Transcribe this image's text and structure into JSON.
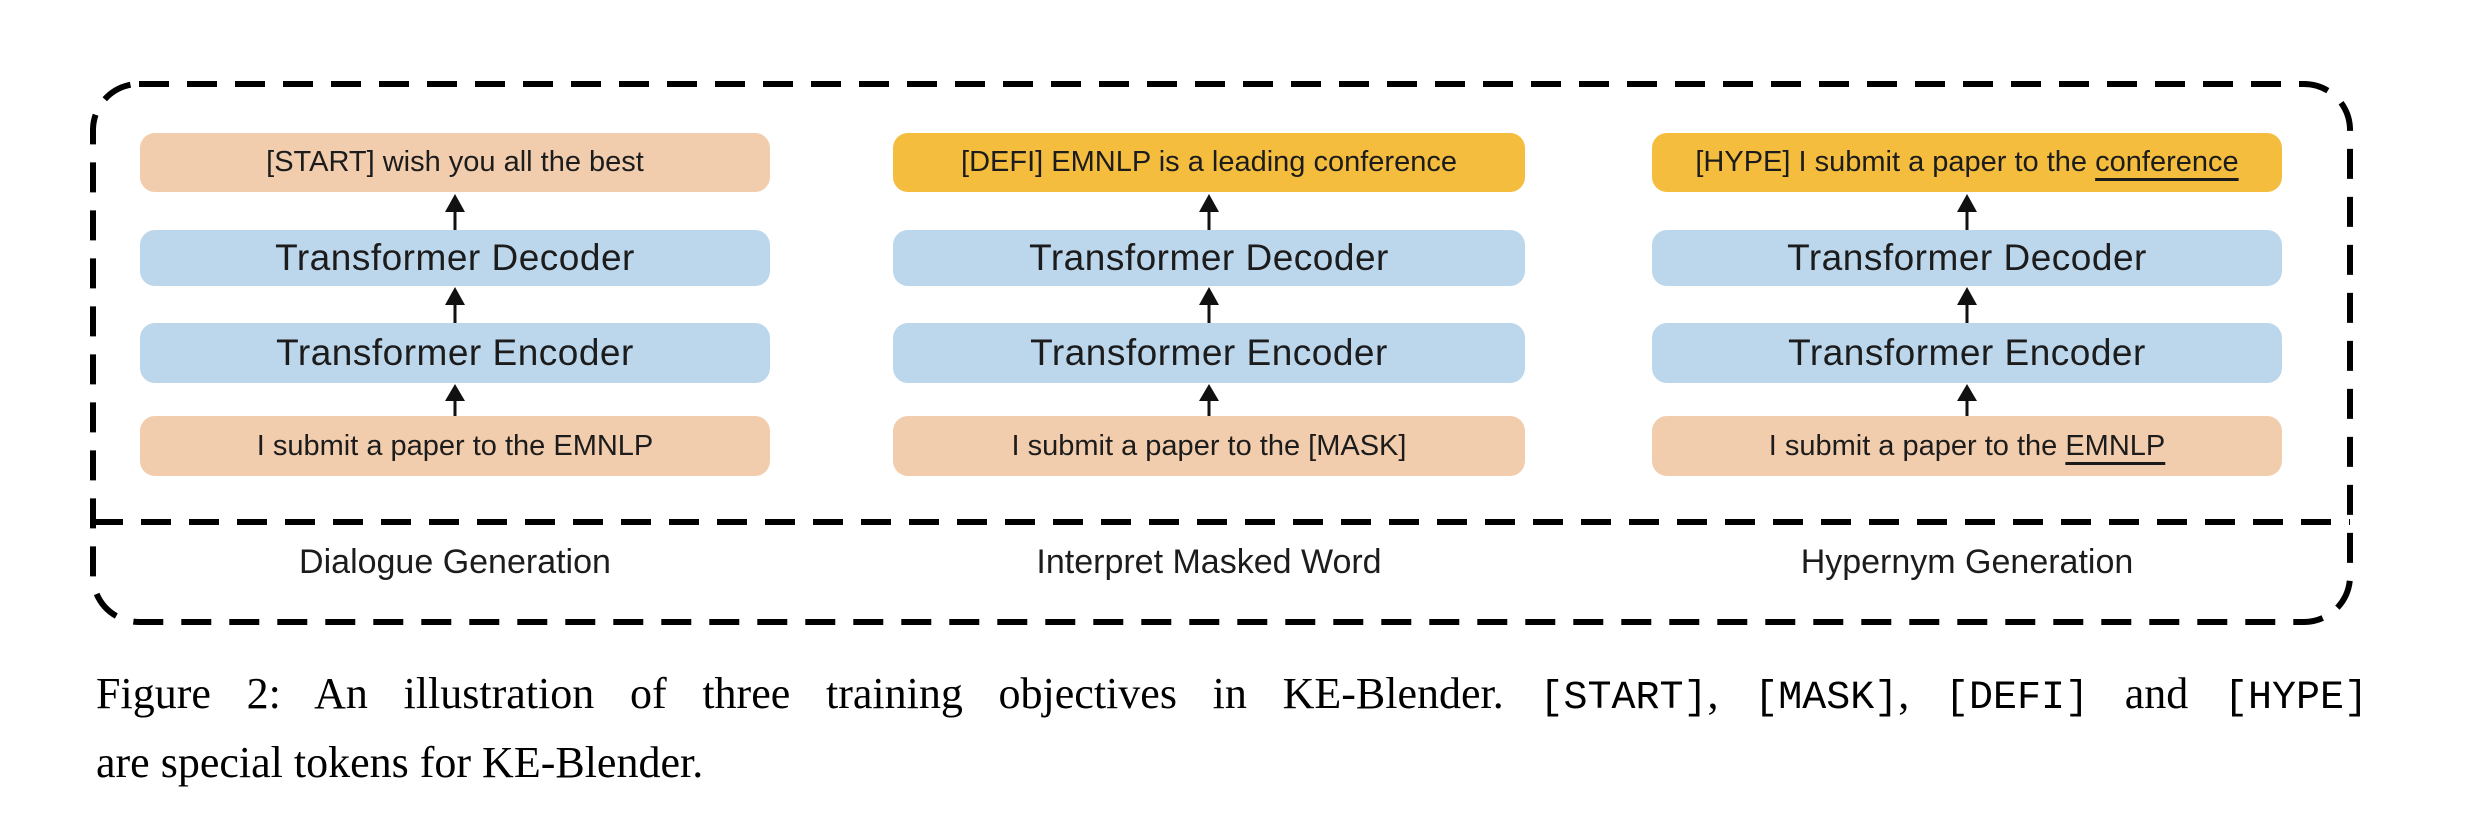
{
  "colors": {
    "peach": "#f2cdad",
    "blue": "#bcd6ec",
    "gold": "#f5bd3e",
    "ink": "#1c1c1c",
    "frame": "#000000"
  },
  "figure": {
    "columns": [
      {
        "output": {
          "text": "[START] wish you all the best",
          "underline": ""
        },
        "decoder": "Transformer Decoder",
        "encoder": "Transformer Encoder",
        "input": {
          "text": "I submit a paper to the EMNLP",
          "underline": ""
        },
        "label": "Dialogue Generation"
      },
      {
        "output": {
          "text": "[DEFI] EMNLP is a leading conference",
          "underline": ""
        },
        "decoder": "Transformer Decoder",
        "encoder": "Transformer Encoder",
        "input": {
          "text": "I submit a paper to the [MASK]",
          "underline": ""
        },
        "label": "Interpret Masked Word"
      },
      {
        "output": {
          "text": "[HYPE] I submit a paper to the ",
          "underline": "conference"
        },
        "decoder": "Transformer Decoder",
        "encoder": "Transformer Encoder",
        "input": {
          "text": "I submit a paper to the ",
          "underline": "EMNLP"
        },
        "label": "Hypernym Generation"
      }
    ]
  },
  "caption": {
    "lines": [
      {
        "segments": [
          {
            "text": "Figure 2: An illustration of three training objectives in KE-Blender. ",
            "mono": false
          },
          {
            "text": "[START]",
            "mono": true
          },
          {
            "text": ", ",
            "mono": false
          },
          {
            "text": "[MASK]",
            "mono": true
          },
          {
            "text": ", ",
            "mono": false
          },
          {
            "text": "[DEFI]",
            "mono": true
          },
          {
            "text": " and ",
            "mono": false
          },
          {
            "text": "[HYPE]",
            "mono": true
          }
        ]
      },
      {
        "segments": [
          {
            "text": "are special tokens for KE-Blender.",
            "mono": false
          }
        ]
      }
    ]
  }
}
